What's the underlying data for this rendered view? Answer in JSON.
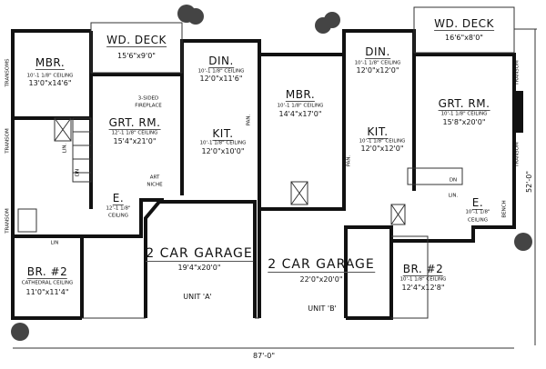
{
  "unit_a": {
    "mbr": {
      "name": "MBR.",
      "ceiling": "10'-1 1/8\" CEILING",
      "size": "13'0\"x14'6\""
    },
    "deck": {
      "name": "WD. DECK",
      "size": "15'6\"x9'0\""
    },
    "din": {
      "name": "DIN.",
      "ceiling": "10'-1 1/8\" CEILING",
      "size": "12'0\"x11'6\""
    },
    "fireplace": {
      "line1": "3-SIDED",
      "line2": "FIREPLACE"
    },
    "grt": {
      "name": "GRT. RM.",
      "ceiling": "12'-1 1/8\" CEILING",
      "size": "15'4\"x21'0\""
    },
    "kit": {
      "name": "KIT.",
      "ceiling": "10'-1 1/8\" CEILING",
      "size": "12'0\"x10'0\""
    },
    "pan": "PAN.",
    "niche": {
      "line1": "ART",
      "line2": "NICHE"
    },
    "entry": {
      "name": "E.",
      "ceiling1": "12'-1 1/8\"",
      "ceiling2": "CEILING"
    },
    "garage": {
      "name": "2 CAR GARAGE",
      "size": "19'4\"x20'0\"",
      "unit": "UNIT 'A'"
    },
    "br2": {
      "name": "BR. #2",
      "ceiling": "CATHEDRAL CEILING",
      "size": "11'0\"x11'4\""
    },
    "transoms": "TRANSOMS",
    "transom1": "TRANSOM",
    "transom2": "TRANSOM",
    "lin1": "LIN.",
    "lin2": "LIN",
    "dn": "DN"
  },
  "unit_b": {
    "deck": {
      "name": "WD. DECK",
      "size": "16'6\"x8'0\""
    },
    "din": {
      "name": "DIN.",
      "ceiling": "10'-1 1/8\" CEILING",
      "size": "12'0\"x12'0\""
    },
    "mbr": {
      "name": "MBR.",
      "ceiling": "10'-1 1/8\" CEILING",
      "size": "14'4\"x17'0\""
    },
    "grt": {
      "name": "GRT. RM.",
      "ceiling": "10'-1 1/8\" CEILING",
      "size": "15'8\"x20'0\""
    },
    "kit": {
      "name": "KIT.",
      "ceiling": "10'-1 1/8\" CEILING",
      "size": "12'0\"x12'0\""
    },
    "pan": "PAN.",
    "transom1": "TRANSOM",
    "transom2": "TRANSOM",
    "garage": {
      "name": "2 CAR GARAGE",
      "size": "22'0\"x20'0\"",
      "unit": "UNIT 'B'"
    },
    "br2": {
      "name": "BR. #2",
      "ceiling": "10'-1 1/8\" CEILING",
      "size": "12'4\"x12'8\""
    },
    "entry": {
      "name": "E.",
      "ceiling1": "10'-1 1/8\"",
      "ceiling2": "CEILING"
    },
    "lin": "LIN.",
    "bench": "BENCH",
    "dn": "DN"
  },
  "dimensions": {
    "width": "87'-0\"",
    "depth": "52'-0\""
  }
}
